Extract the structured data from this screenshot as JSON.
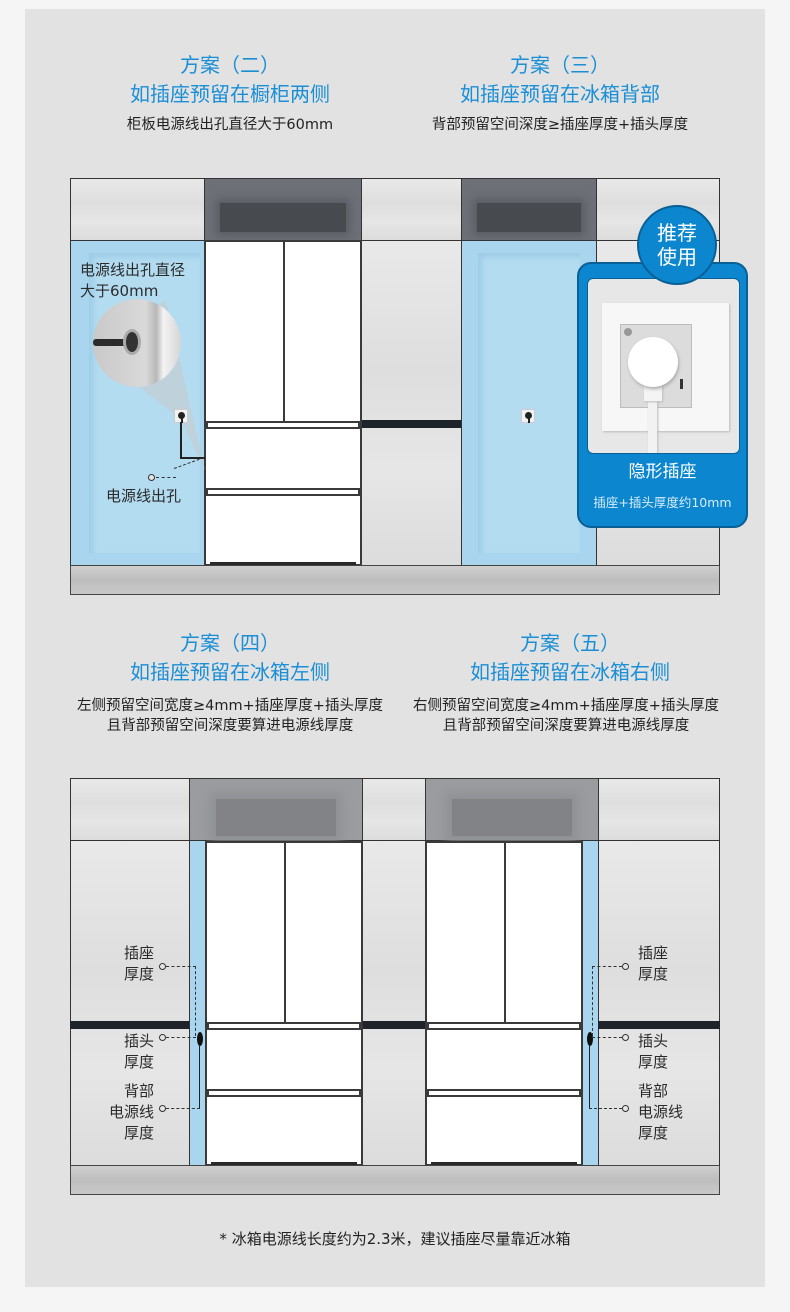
{
  "colors": {
    "accent": "#1b8fd6",
    "callout_bg": "#0b86cf",
    "blue_zone": "#a9d6ee",
    "panel_bg": "#e2e2e2",
    "page_bg": "#f5f5f5"
  },
  "plan2": {
    "title": "方案（二）",
    "subtitle": "如插座预留在橱柜两侧",
    "desc": "柜板电源线出孔直径大于60mm",
    "label_hole_diameter_line1": "电源线出孔直径",
    "label_hole_diameter_line2": "大于60mm",
    "label_hole": "电源线出孔"
  },
  "plan3": {
    "title": "方案（三）",
    "subtitle": "如插座预留在冰箱背部",
    "desc": "背部预留空间深度≥插座厚度+插头厚度",
    "badge_line1": "推荐",
    "badge_line2": "使用",
    "callout_title": "隐形插座",
    "callout_sub": "插座+插头厚度约10mm"
  },
  "plan4": {
    "title": "方案（四）",
    "subtitle": "如插座预留在冰箱左侧",
    "desc_line1": "左侧预留空间宽度≥4mm+插座厚度+插头厚度",
    "desc_line2": "且背部预留空间深度要算进电源线厚度",
    "labels": {
      "socket_thickness": [
        "插座",
        "厚度"
      ],
      "plug_thickness": [
        "插头",
        "厚度"
      ],
      "cord_thickness": [
        "背部",
        "电源线",
        "厚度"
      ]
    }
  },
  "plan5": {
    "title": "方案（五）",
    "subtitle": "如插座预留在冰箱右侧",
    "desc_line1": "右侧预留空间宽度≥4mm+插座厚度+插头厚度",
    "desc_line2": "且背部预留空间深度要算进电源线厚度",
    "labels": {
      "socket_thickness": [
        "插座",
        "厚度"
      ],
      "plug_thickness": [
        "插头",
        "厚度"
      ],
      "cord_thickness": [
        "背部",
        "电源线",
        "厚度"
      ]
    }
  },
  "footnote": "* 冰箱电源线长度约为2.3米，建议插座尽量靠近冰箱"
}
